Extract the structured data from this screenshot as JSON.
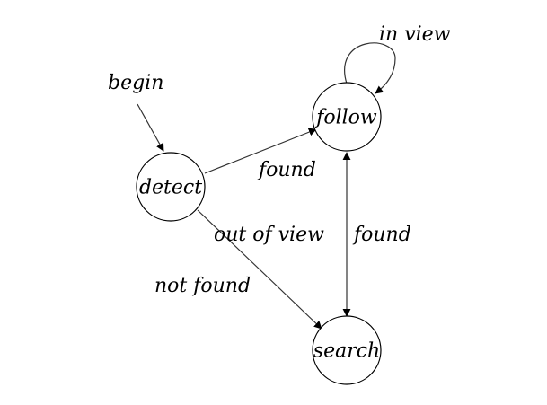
{
  "diagram": {
    "type": "state-machine",
    "states": {
      "detect": "detect",
      "follow": "follow",
      "search": "search"
    },
    "edges": {
      "begin": "begin",
      "found_detect_follow": "found",
      "not_found": "not found",
      "in_view": "in view",
      "out_of_view": "out of view",
      "found_search_follow": "found"
    },
    "colors": {
      "stroke": "#000000",
      "edge": "#333333",
      "background": "#ffffff"
    }
  }
}
